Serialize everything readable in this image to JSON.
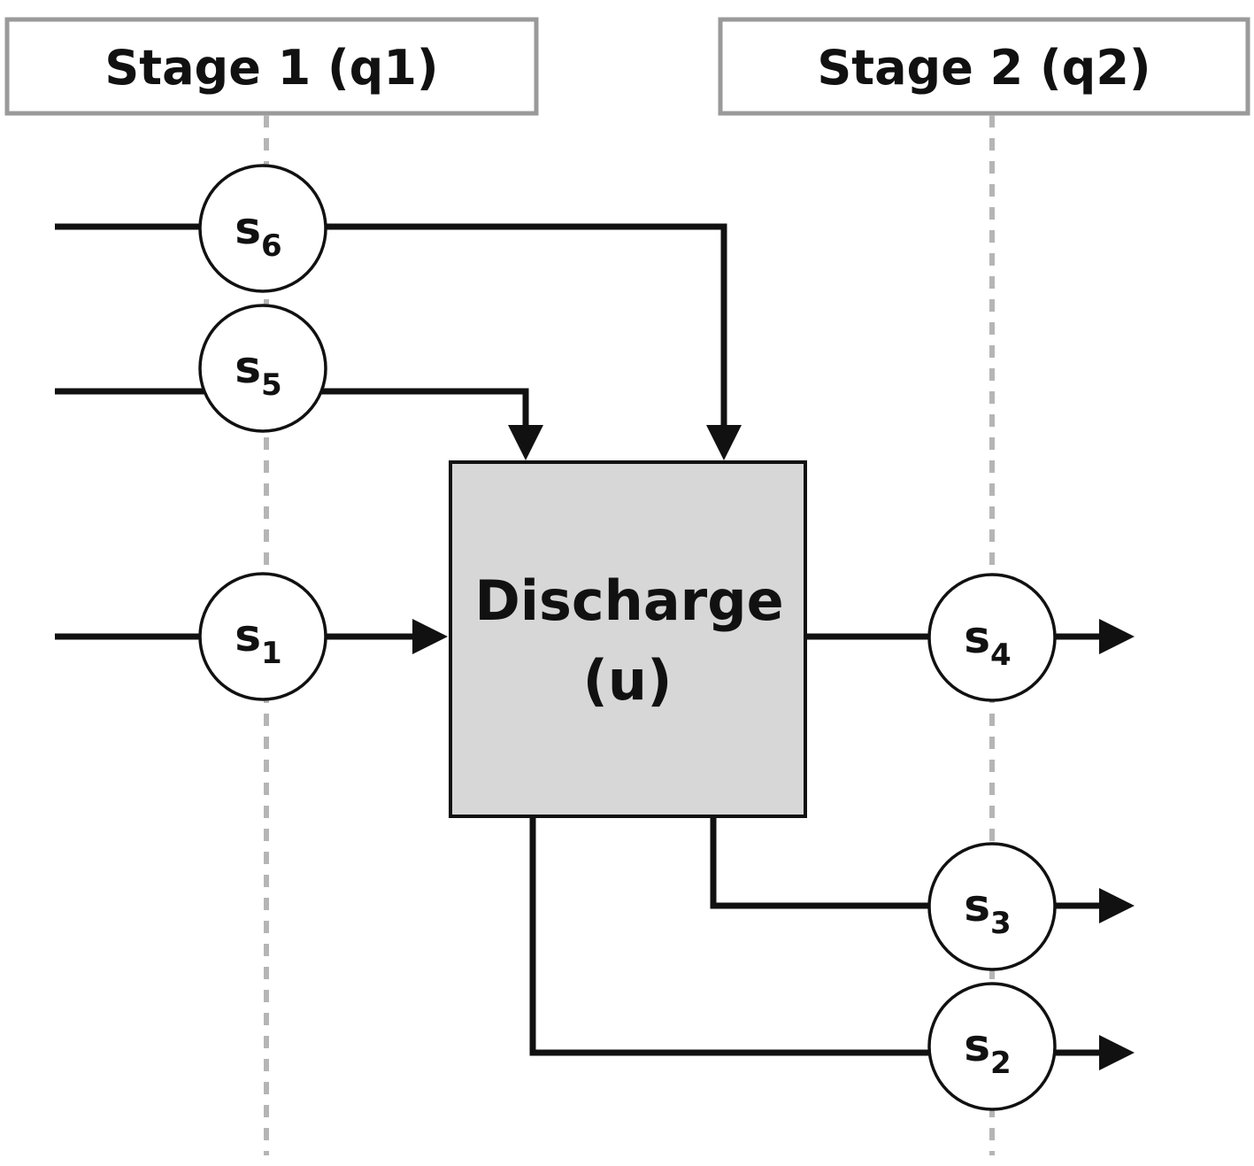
{
  "stages": [
    {
      "label": "Stage 1 (q1)"
    },
    {
      "label": "Stage 2 (q2)"
    }
  ],
  "block": {
    "line1": "Discharge",
    "line2": "(u)"
  },
  "nodes": {
    "s1": {
      "base": "s",
      "sub": "1"
    },
    "s2": {
      "base": "s",
      "sub": "2"
    },
    "s3": {
      "base": "s",
      "sub": "3"
    },
    "s4": {
      "base": "s",
      "sub": "4"
    },
    "s5": {
      "base": "s",
      "sub": "5"
    },
    "s6": {
      "base": "s",
      "sub": "6"
    }
  }
}
